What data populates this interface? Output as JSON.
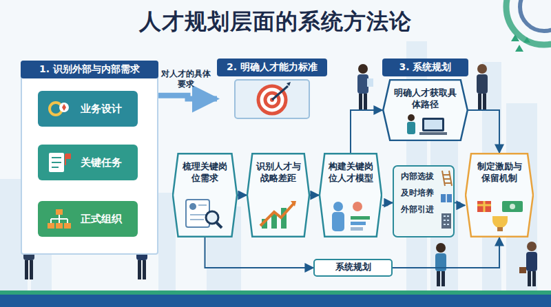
{
  "diagram": {
    "title": "人才规划层面的系统方法论",
    "nodes": [
      {
        "text": [
          "1. 识别外部与内部需求"
        ]
      },
      {
        "text": [
          "业务设计"
        ],
        "in": 0
      },
      {
        "text": [
          "关键任务"
        ],
        "in": 0
      },
      {
        "text": [
          "正式组织"
        ],
        "in": 0
      },
      {
        "text": [
          "2. 明确人才能力标准"
        ]
      },
      {
        "text": [
          "3. 系统规划"
        ]
      },
      {
        "text": [
          "梳理关键岗位需求"
        ]
      },
      {
        "text": [
          "识别人才与战略差距"
        ]
      },
      {
        "text": [
          "构建关键岗位人才模型"
        ]
      },
      {
        "text": [
          "明确人才获取具体路径"
        ]
      },
      {
        "text": [
          "内部选拔",
          "及时培养",
          "外部引进"
        ]
      },
      {
        "text": [
          "制定激励与保留机制"
        ]
      },
      {
        "text": [
          "系统规划"
        ]
      }
    ],
    "edges": [
      {
        "from": 1,
        "to": 2,
        "arrow": "to"
      },
      {
        "from": 2,
        "to": 3,
        "arrow": "to"
      },
      {
        "from": 1,
        "to": 3,
        "arrow": "to"
      },
      {
        "from": 0,
        "to": 4,
        "label": "对人才的具体要求",
        "arrow": "to"
      },
      {
        "from": 6,
        "to": 7,
        "arrow": "to"
      },
      {
        "from": 7,
        "to": 8,
        "arrow": "to"
      },
      {
        "from": 8,
        "to": 9,
        "arrow": "to"
      },
      {
        "from": 9,
        "to": 11,
        "arrow": "to"
      },
      {
        "from": 8,
        "to": 10,
        "arrow": "to"
      },
      {
        "from": 10,
        "to": 11,
        "arrow": "to"
      },
      {
        "from": 6,
        "to": 12,
        "arrow": "to"
      },
      {
        "from": 12,
        "to": 11,
        "arrow": "to"
      }
    ]
  }
}
